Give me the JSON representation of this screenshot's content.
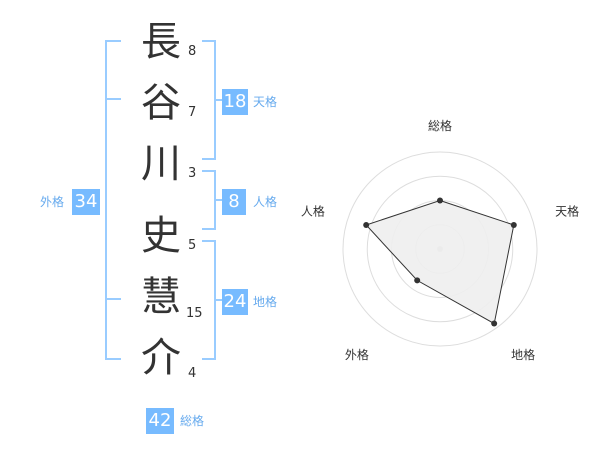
{
  "name_chars": [
    {
      "char": "長",
      "strokes": "8"
    },
    {
      "char": "谷",
      "strokes": "7"
    },
    {
      "char": "川",
      "strokes": "3"
    },
    {
      "char": "史",
      "strokes": "5"
    },
    {
      "char": "慧",
      "strokes": "15"
    },
    {
      "char": "介",
      "strokes": "4"
    }
  ],
  "kaku": {
    "tenkaku": {
      "value": "18",
      "label": "天格"
    },
    "jinkaku": {
      "value": "8",
      "label": "人格"
    },
    "chikaku": {
      "value": "24",
      "label": "地格"
    },
    "gaikaku": {
      "value": "34",
      "label": "外格"
    },
    "soukaku": {
      "value": "42",
      "label": "総格"
    }
  },
  "colors": {
    "bracket": "#99ccff",
    "badge": "#77bbff",
    "label": "#66aaee",
    "radar_fill": "#eeeeee",
    "radar_line": "#333333"
  },
  "chart_data": {
    "type": "radar",
    "axes": [
      "総格",
      "天格",
      "地格",
      "外格",
      "人格"
    ],
    "values": [
      0.5,
      0.8,
      0.95,
      0.4,
      0.8
    ],
    "range": [
      0,
      1
    ],
    "rings": 4,
    "grid": true
  }
}
